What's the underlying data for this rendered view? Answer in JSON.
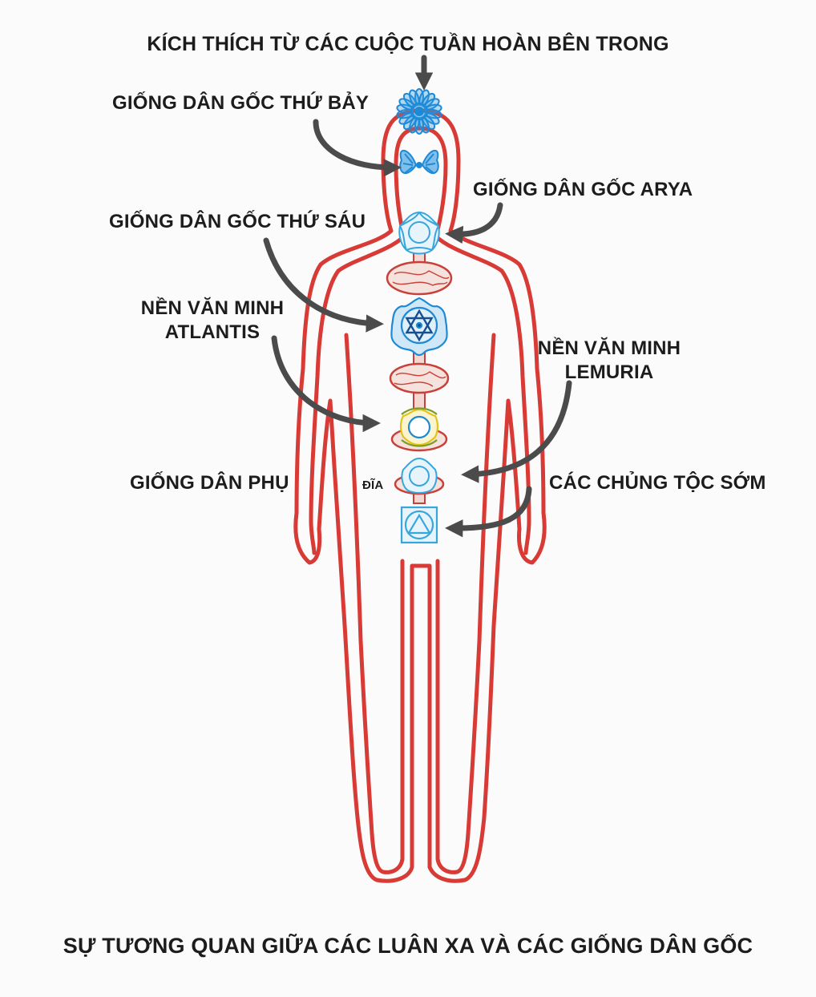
{
  "labels": {
    "top": "KÍCH THÍCH TỪ CÁC CUỘC TUẦN HOÀN BÊN TRONG",
    "seventh_root_race": "GIỐNG DÂN GỐC THỨ BẢY",
    "arya_root_race": "GIỐNG DÂN GỐC ARYA",
    "sixth_root_race": "GIỐNG DÂN GỐC THỨ SÁU",
    "atlantis": [
      "NỀN VĂN MINH",
      "ATLANTIS"
    ],
    "lemuria": [
      "NỀN VĂN MINH",
      "LEMURIA"
    ],
    "sub_race": "GIỐNG DÂN PHỤ",
    "disc": "ĐĨA",
    "early_races": "CÁC CHỦNG TỘC SỚM"
  },
  "caption": "SỰ TƯƠNG QUAN GIỮA CÁC LUÂN XA VÀ CÁC GIỐNG DÂN GỐC",
  "colors": {
    "body_outline": "#d83a35",
    "chakra_blue": "#1e8ad6",
    "chakra_light_blue": "#37a6dc",
    "chakra_yellow": "#e2c419",
    "disc_outline": "#c8403a",
    "disc_fill": "#f6e2dc",
    "arrow": "#4b4b4b",
    "text": "#1c1c1c"
  },
  "chakras": [
    {
      "name": "crown",
      "icon": "thousand-petal-lotus-icon"
    },
    {
      "name": "third-eye",
      "icon": "two-petal-lotus-icon"
    },
    {
      "name": "throat",
      "icon": "lotus-circle-icon"
    },
    {
      "name": "heart",
      "icon": "lotus-hexagram-icon"
    },
    {
      "name": "solar-plexus",
      "icon": "yellow-lotus-icon"
    },
    {
      "name": "sacral",
      "icon": "lotus-circle-icon"
    },
    {
      "name": "root",
      "icon": "square-triangle-icon"
    }
  ]
}
